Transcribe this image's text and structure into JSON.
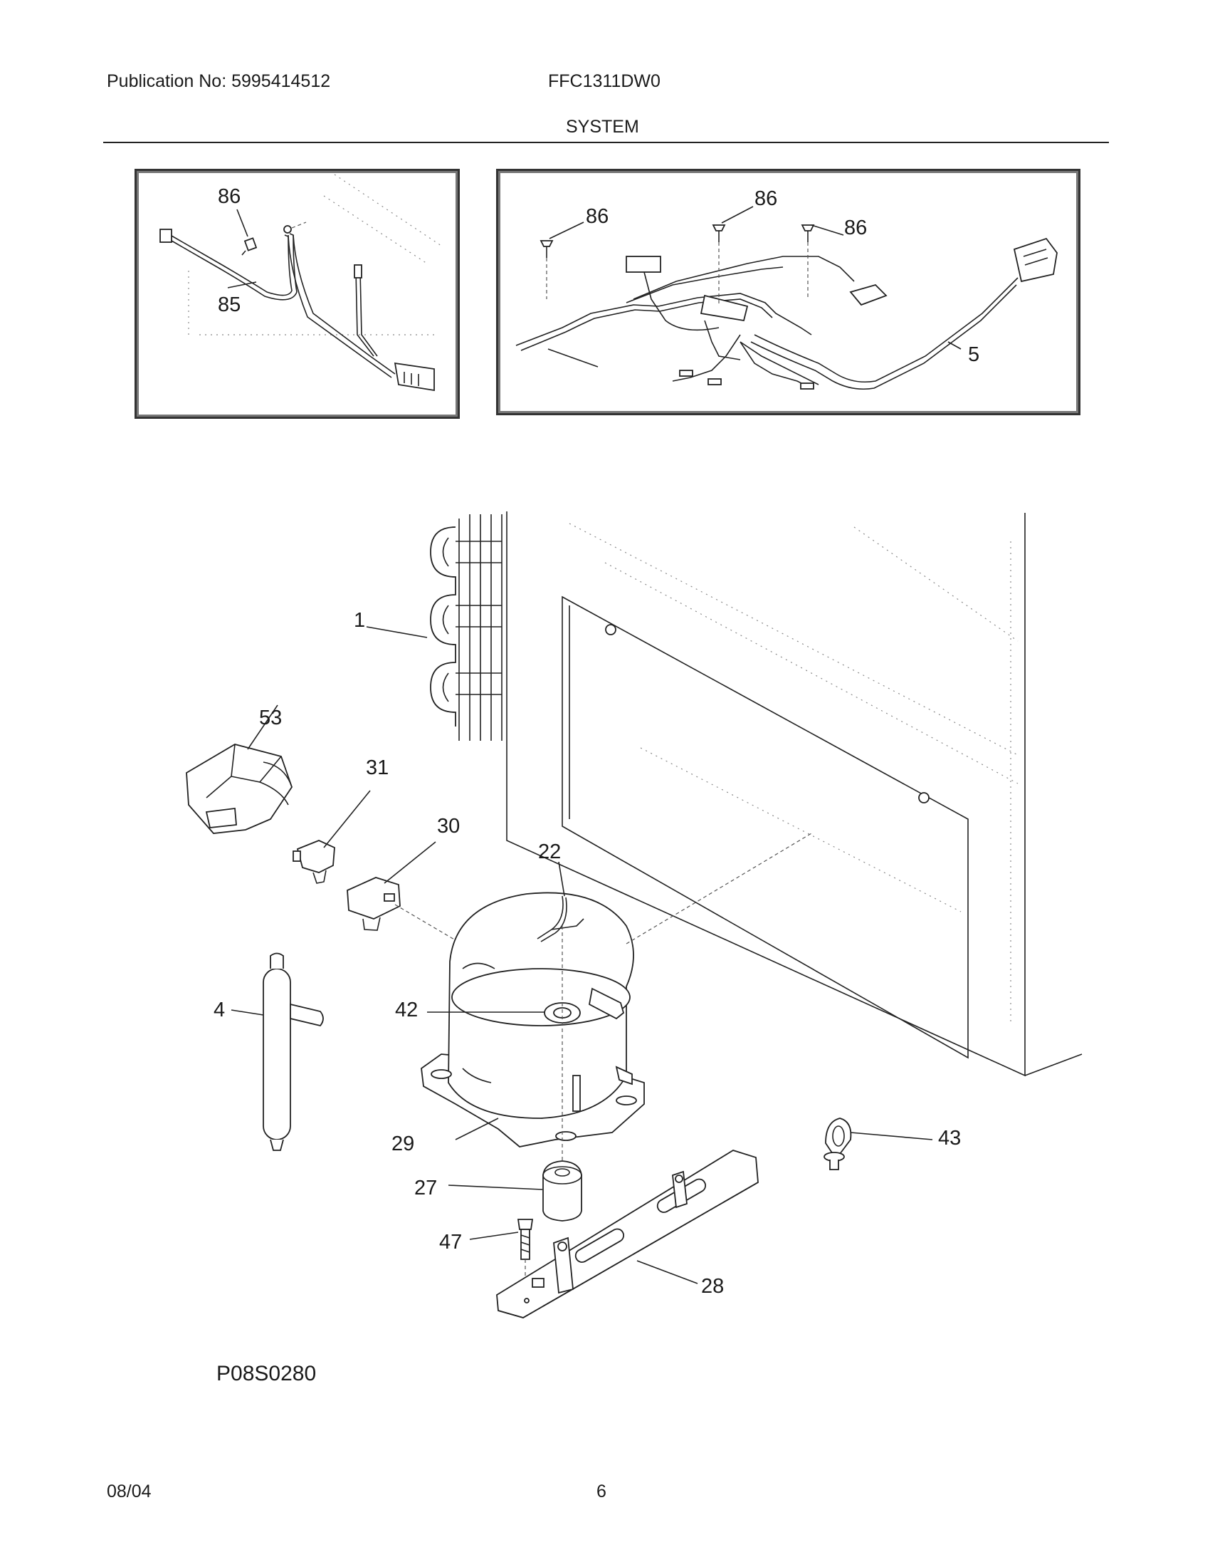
{
  "header": {
    "publication": "Publication No: 5995414512",
    "model": "FFC1311DW0",
    "section": "SYSTEM"
  },
  "callouts": {
    "c86a": "86",
    "c85": "85",
    "c86b": "86",
    "c86c": "86",
    "c86d": "86",
    "c5": "5",
    "c1": "1",
    "c53": "53",
    "c31": "31",
    "c30": "30",
    "c22": "22",
    "c4": "4",
    "c42": "42",
    "c29": "29",
    "c43": "43",
    "c27": "27",
    "c47": "47",
    "c28": "28"
  },
  "figure_code": "P08S0280",
  "footer": {
    "date": "08/04",
    "page": "6"
  }
}
